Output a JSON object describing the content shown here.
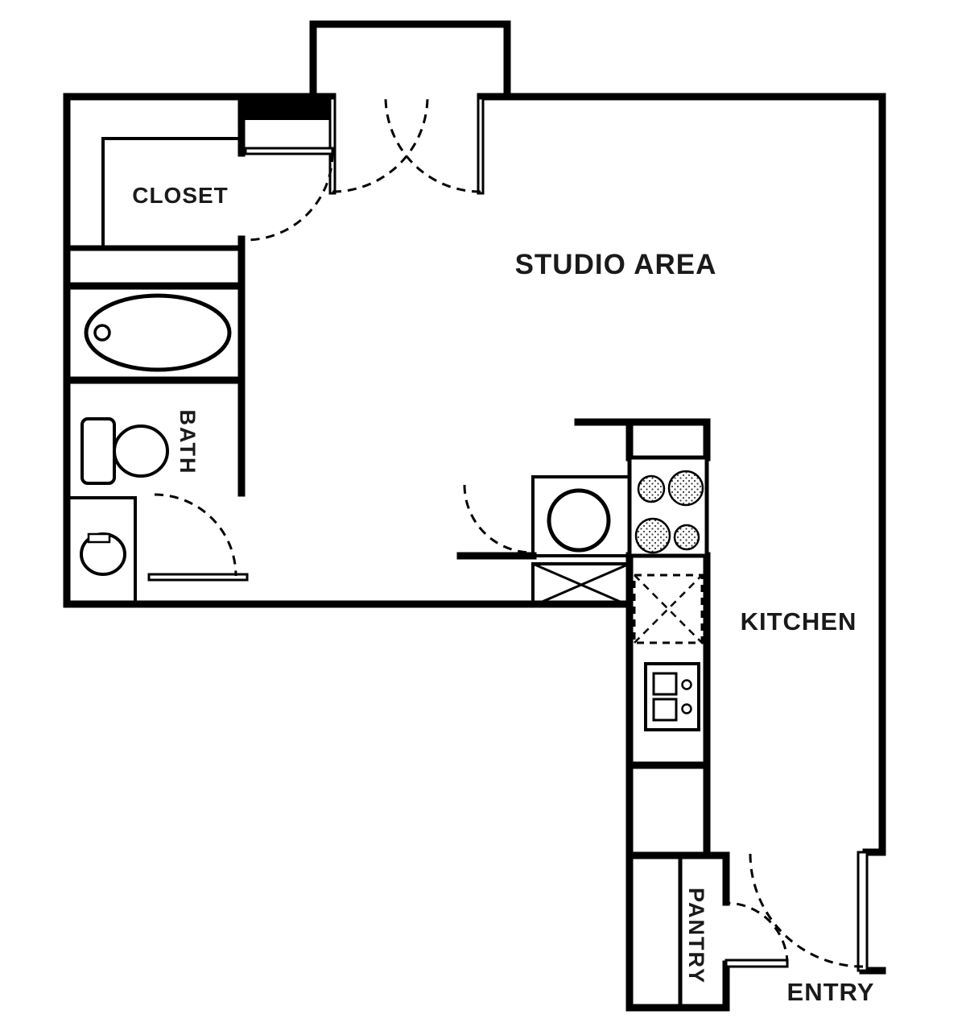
{
  "labels": {
    "closet": "CLOSET",
    "studio_area": "STUDIO AREA",
    "bath": "BATH",
    "kitchen": "KITCHEN",
    "pantry": "PANTRY",
    "entry": "ENTRY"
  },
  "colors": {
    "wall": "#000000",
    "label": "#1a1a1a",
    "background": "#ffffff"
  },
  "fixtures": [
    "bathtub",
    "bathtub-drain",
    "toilet",
    "bathroom-sink",
    "closet-shelf",
    "french-doors",
    "round-kitchen-sink",
    "stove-4-burner",
    "refrigerator-space",
    "kitchen-double-sink",
    "counter-x-symbol",
    "pantry-shelf",
    "entry-door"
  ]
}
